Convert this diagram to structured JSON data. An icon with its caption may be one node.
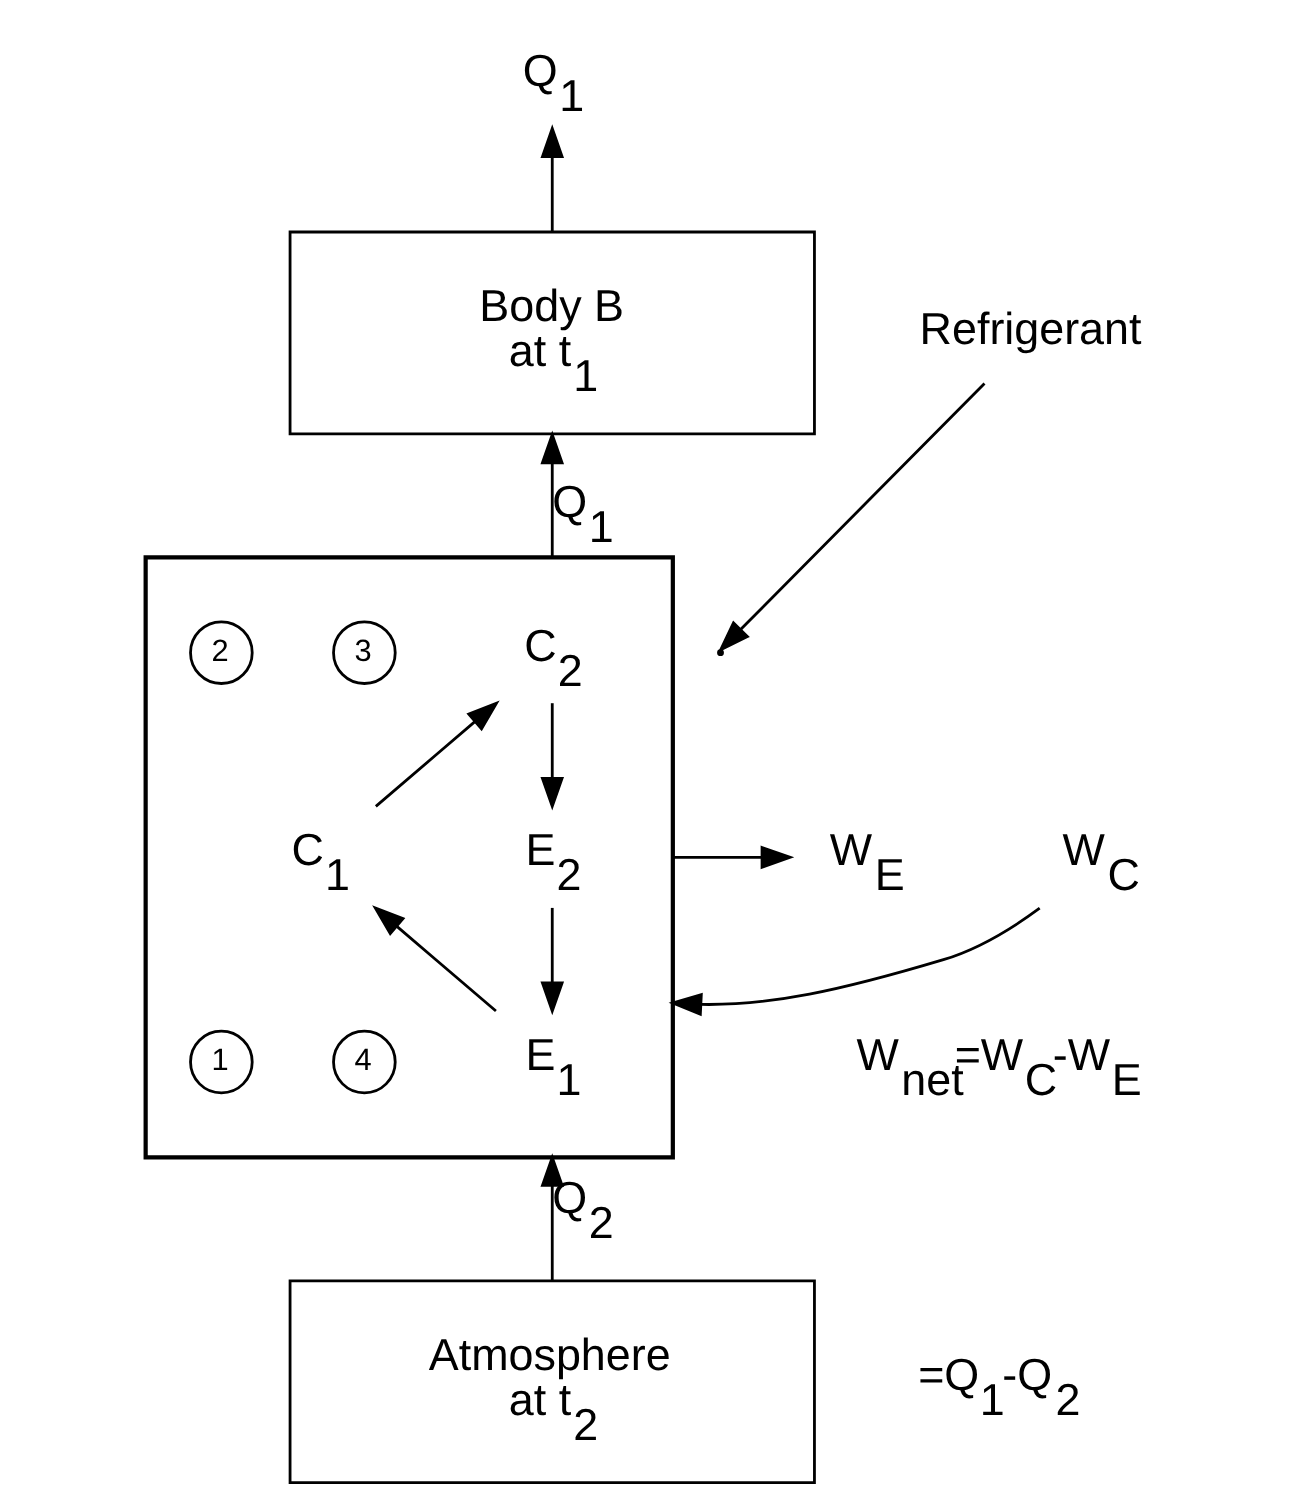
{
  "diagram": {
    "nodes": [
      {
        "text": [
          "Body B",
          "at t$_{1}$"
        ]
      },
      {
        "text": [],
        "shape": "box"
      },
      {
        "text": [
          "C$_{2}$"
        ],
        "in": 1
      },
      {
        "text": [
          "C$_{1}$"
        ],
        "in": 1
      },
      {
        "text": [
          "E$_{1}$"
        ],
        "in": 1
      },
      {
        "text": [
          "E$_{2}$"
        ],
        "in": 1
      },
      {
        "text": [
          "3"
        ],
        "in": 1
      },
      {
        "text": [
          "2"
        ],
        "in": 1
      },
      {
        "text": [
          "4"
        ],
        "in": 1
      },
      {
        "text": [
          "1"
        ],
        "in": 1
      },
      {
        "text": [
          "Atmosphere",
          "at t$_{2}$"
        ]
      },
      {
        "text": [
          "W$_{E}$"
        ]
      },
      {
        "text": [
          "W$_{C}$"
        ]
      },
      {
        "text": [
          "Q$_{1}$"
        ]
      },
      {
        "text": [
          "Refrigerant"
        ]
      }
    ],
    "edges": [
      {
        "from": 1,
        "to": 0,
        "arrow": "to",
        "label": "Q$_{1}$"
      },
      {
        "from": 0,
        "to": 13,
        "arrow": "to"
      },
      {
        "from": 14,
        "to": null,
        "arrow": "to"
      },
      {
        "from": 4,
        "to": 3,
        "arrow": "to"
      },
      {
        "from": 3,
        "to": 2,
        "arrow": "to"
      },
      {
        "from": 2,
        "to": 5,
        "arrow": "to"
      },
      {
        "from": 5,
        "to": 4,
        "arrow": "to"
      },
      {
        "from": 1,
        "to": 11,
        "arrow": "to"
      },
      {
        "from": 12,
        "to": 1,
        "arrow": "to"
      },
      {
        "from": 10,
        "to": 1,
        "arrow": "to",
        "label": "Q$_{2}$"
      }
    ],
    "labels": [
      "W$_{net}$=W$_{C}$-W$_{E}$",
      "=Q$_{1}$-Q$_{2}$"
    ]
  }
}
